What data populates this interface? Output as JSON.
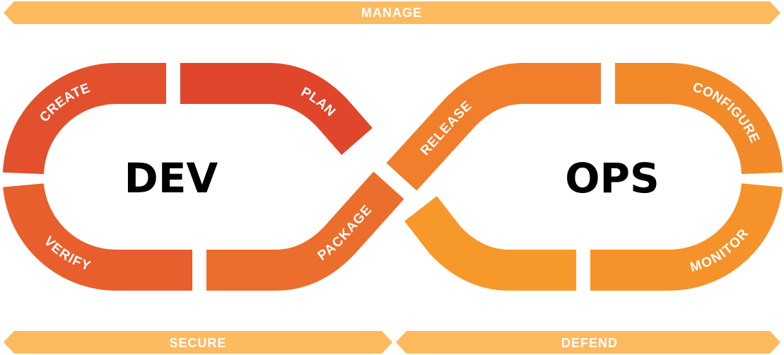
{
  "banners": {
    "top": "MANAGE",
    "bottom_left": "SECURE",
    "bottom_right": "DEFEND"
  },
  "loops": {
    "left": "DEV",
    "right": "OPS"
  },
  "stages": {
    "create": "CREATE",
    "plan": "PLAN",
    "verify": "VERIFY",
    "package": "PACKAGE",
    "release": "RELEASE",
    "configure": "CONFIGURE",
    "monitor": "MONITOR"
  },
  "colors": {
    "banner": "#FDBA5E",
    "create": "#E2502D",
    "plan": "#E0462C",
    "verify": "#E85F2D",
    "package": "#EC6E2C",
    "release": "#F07E2A",
    "configure": "#F28A2A",
    "monitor": "#F5922A",
    "ops_lower": "#F7982A"
  }
}
